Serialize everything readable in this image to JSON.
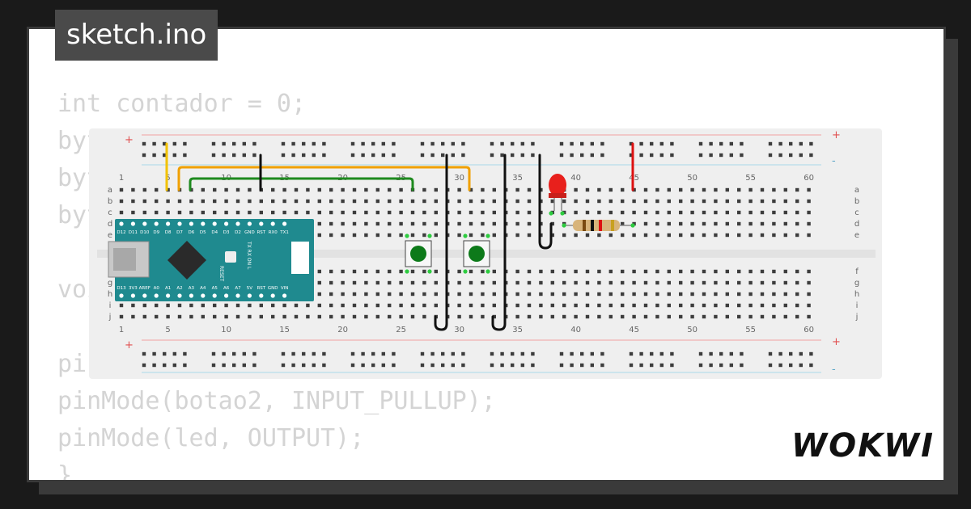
{
  "title": "sketch.ino",
  "brand": "WOKWI",
  "code_lines": [
    "int contador = 0;",
    "byte botao1 = 2;",
    "byte botao2 = 3;",
    "byte led = 11;",
    "",
    "void setup() {",
    "",
    "pinMode(botao1, INPUT_PULLUP);",
    "pinMode(botao2, INPUT_PULLUP);",
    "pinMode(led, OUTPUT);",
    "}"
  ],
  "breadboard": {
    "column_numbers": [
      "1",
      "5",
      "10",
      "15",
      "20",
      "25",
      "30",
      "35",
      "40",
      "45",
      "50",
      "55",
      "60"
    ],
    "row_letters_top": [
      "a",
      "b",
      "c",
      "d",
      "e"
    ],
    "row_letters_bottom": [
      "f",
      "g",
      "h",
      "i",
      "j"
    ],
    "rail_plus": "+",
    "rail_minus": "-"
  },
  "arduino": {
    "pin_labels_top": [
      "D12",
      "D11",
      "D10",
      "D9",
      "D8",
      "D7",
      "D6",
      "D5",
      "D4",
      "D3",
      "D2",
      "GND",
      "RST",
      "RX0",
      "TX1"
    ],
    "pin_labels_bottom": [
      "D13",
      "3V3",
      "AREF",
      "A0",
      "A1",
      "A2",
      "A3",
      "A4",
      "A5",
      "A6",
      "A7",
      "5V",
      "RST",
      "GND",
      "VIN"
    ],
    "reset_label": "RESET",
    "led_labels": "TX RX ON L"
  },
  "colors": {
    "breadboard": "#efefef",
    "rail_red": "#f2a0a0",
    "rail_blue": "#a8d8e8",
    "arduino_blue": "#1f8a8f",
    "wire_yellow": "#f2c200",
    "wire_orange": "#f0a000",
    "wire_green": "#1e8a1e",
    "wire_black": "#111111",
    "wire_red": "#dd1111",
    "led_red": "#e8201c",
    "button_green": "#0d7a1a"
  }
}
